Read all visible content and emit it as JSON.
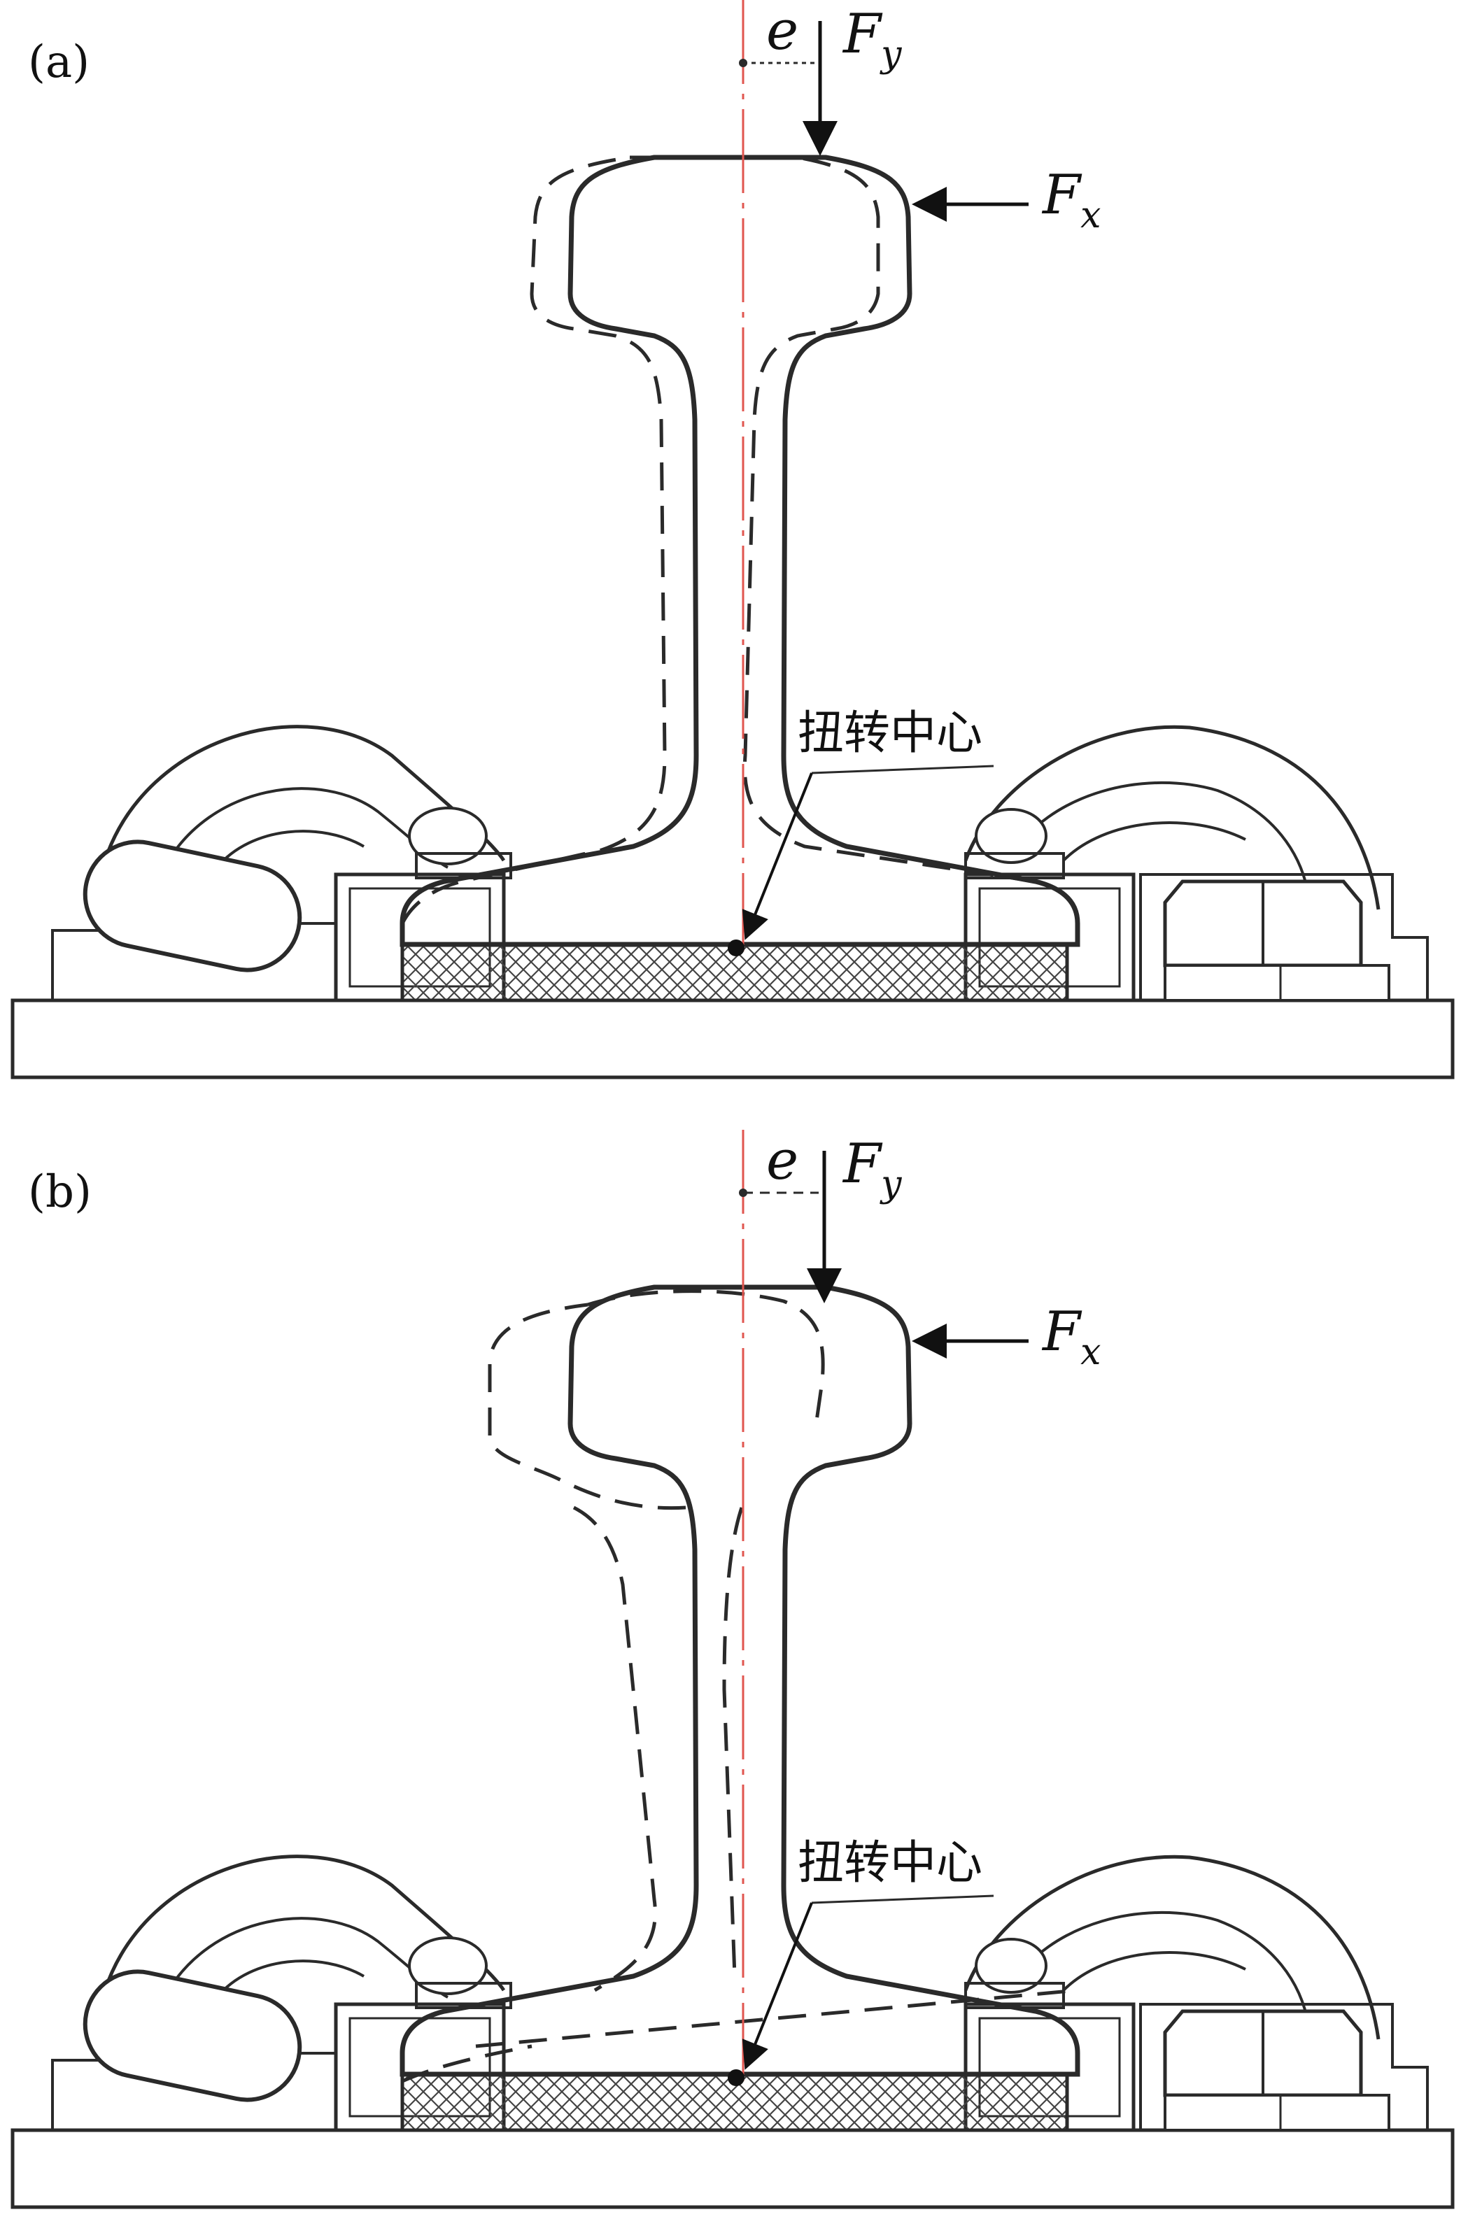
{
  "panels": [
    {
      "id": "a",
      "label": "(a)",
      "eccentricity": "e",
      "force_vertical": "F",
      "force_vertical_sub": "y",
      "force_lateral": "F",
      "force_lateral_sub": "x",
      "center_label": "扭转中心"
    },
    {
      "id": "b",
      "label": "(b)",
      "eccentricity": "e",
      "force_vertical": "F",
      "force_vertical_sub": "y",
      "force_lateral": "F",
      "force_lateral_sub": "x",
      "center_label": "扭转中心"
    }
  ],
  "colors": {
    "line": "#2a2a2a",
    "centerline": "#e0554f",
    "pad_hatch": "#444444"
  }
}
